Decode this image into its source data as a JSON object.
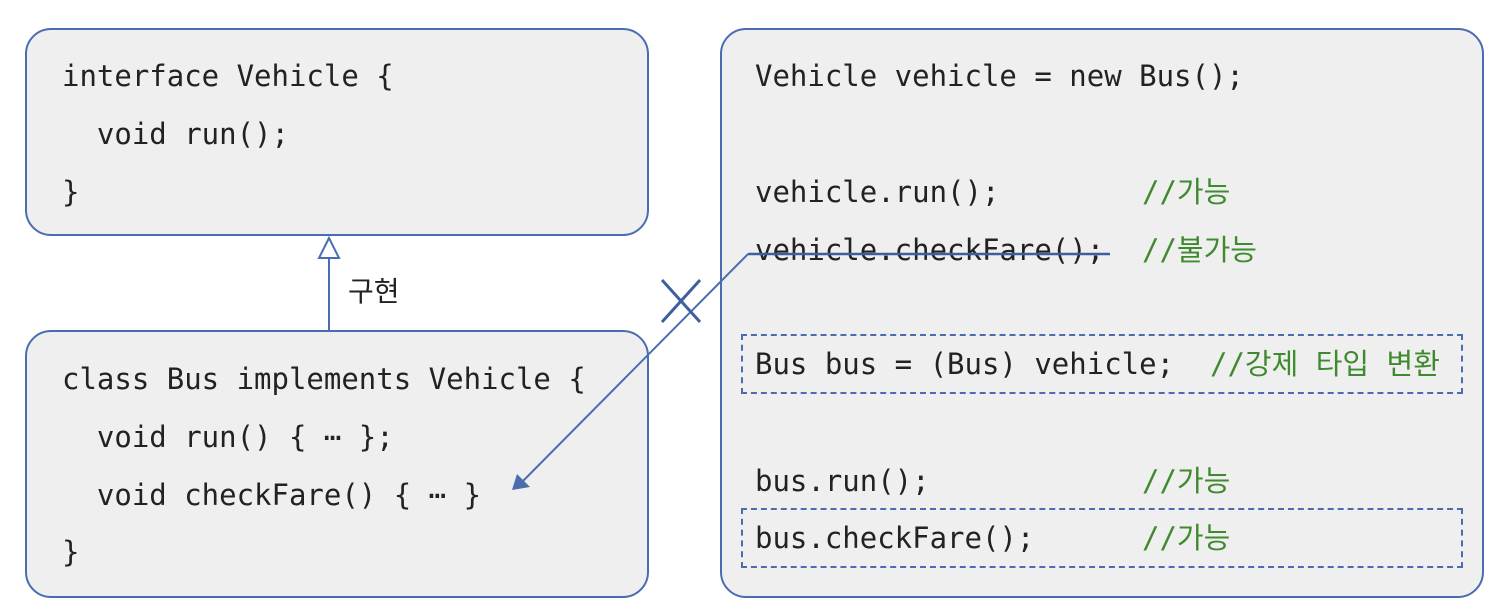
{
  "interface_box": {
    "lines": [
      "interface Vehicle {",
      "  void run();",
      "}"
    ]
  },
  "class_box": {
    "lines": [
      "class Bus implements Vehicle {",
      "  void run() { ⋯ };",
      "  void checkFare() { ⋯ }",
      "}"
    ]
  },
  "relation_label": "구현",
  "usage_box": {
    "declaration": "Vehicle vehicle = new Bus();",
    "statements": [
      {
        "code": "vehicle.run();",
        "comment": "//가능"
      },
      {
        "code": "vehicle.checkFare();",
        "comment": "//불가능",
        "struck": true
      },
      {
        "code": "Bus bus = (Bus) vehicle;",
        "comment": "//강제 타입 변환",
        "highlighted": true
      },
      {
        "code": "bus.run();",
        "comment": "//가능"
      },
      {
        "code": "bus.checkFare();",
        "comment": "//가능",
        "highlighted": true
      }
    ]
  },
  "colors": {
    "border": "#4a6db0",
    "box_fill": "#efefef",
    "comment": "#3f8a2e",
    "text": "#222222"
  },
  "icons": [
    "hollow-triangle-arrowhead",
    "x-mark",
    "arrow"
  ]
}
